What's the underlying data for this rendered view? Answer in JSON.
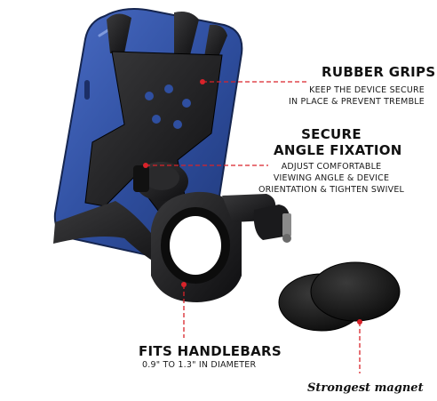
{
  "grips": {
    "title": "RUBBER GRIPS",
    "line1": "KEEP THE DEVICE SECURE",
    "line2": "IN PLACE & PREVENT TREMBLE"
  },
  "angle": {
    "title1": "SECURE",
    "title2": "ANGLE FIXATION",
    "line1": "ADJUST COMFORTABLE",
    "line2": "VIEWING ANGLE & DEVICE",
    "line3": "ORIENTATION & TIGHTEN SWIVEL"
  },
  "handlebars": {
    "title": "FITS HANDLEBARS",
    "line1": "0.9\" TO 1.3\" IN DIAMETER"
  },
  "magnet": {
    "caption": "Strongest magnet"
  },
  "colors": {
    "accent_line": "#d9232a",
    "phone_blue": "#2f4fa0",
    "holder_black": "#1c1c1e"
  }
}
